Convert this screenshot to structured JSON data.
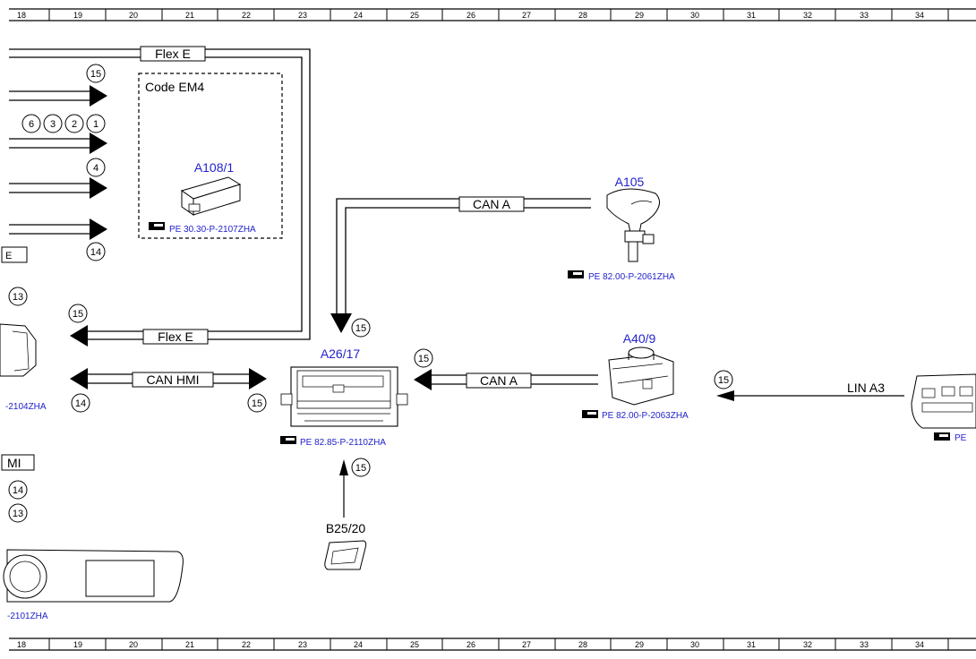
{
  "ruler": {
    "numbers": [
      "18",
      "19",
      "20",
      "21",
      "22",
      "23",
      "24",
      "25",
      "26",
      "27",
      "28",
      "29",
      "30",
      "31",
      "32",
      "33",
      "34"
    ]
  },
  "buses": {
    "flex_e": "Flex E",
    "can_a": "CAN A",
    "can_hmi": "CAN HMI",
    "lin_a3": "LIN A3",
    "partial_e": "E",
    "partial_hmi": "MI"
  },
  "code_box": {
    "label": "Code EM4"
  },
  "components": {
    "a108": {
      "name": "A108/1",
      "ref": "PE 30.30-P-2107ZHA"
    },
    "a105": {
      "name": "A105",
      "ref": "PE 82.00-P-2061ZHA"
    },
    "a26": {
      "name": "A26/17",
      "ref": "PE 82.85-P-2110ZHA"
    },
    "a40": {
      "name": "A40/9",
      "ref": "PE 82.00-P-2063ZHA"
    },
    "b25": {
      "name": "B25/20"
    },
    "left_mid": {
      "ref": "-2104ZHA"
    },
    "left_bot": {
      "ref": "-2101ZHA"
    },
    "right": {
      "ref": "PE"
    }
  },
  "markers": {
    "m15a": "15",
    "m6": "6",
    "m3": "3",
    "m2": "2",
    "m1": "1",
    "m4": "4",
    "m14a": "14",
    "m13a": "13",
    "m15b": "15",
    "m14b": "14",
    "m15c": "15",
    "m15d": "15",
    "m15e": "15",
    "m15f": "15",
    "m15g": "15",
    "m14c": "14",
    "m13b": "13"
  },
  "colors": {
    "line": "#000000",
    "label": "#2222cc"
  }
}
